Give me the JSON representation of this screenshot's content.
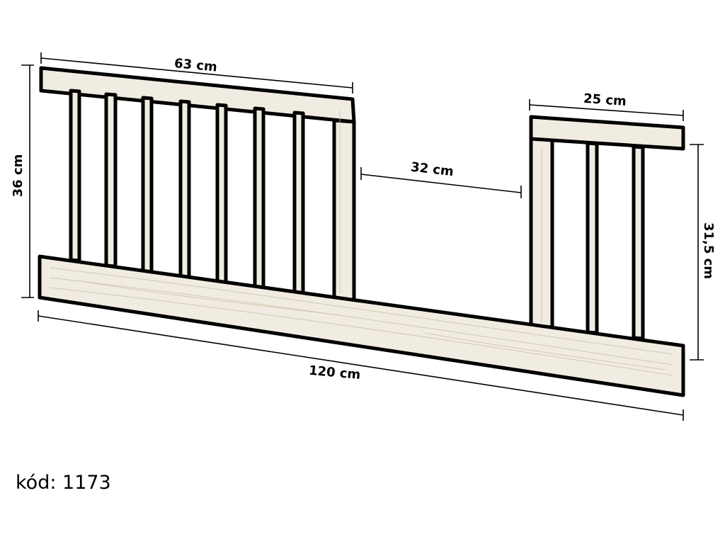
{
  "dimensions": {
    "top_left_width": "63 cm",
    "top_right_width": "25 cm",
    "gap_width": "32 cm",
    "total_width": "120 cm",
    "left_height": "36 cm",
    "right_height": "31,5 cm"
  },
  "code": "kód: 1173",
  "colors": {
    "wood": "#f1ece1",
    "outline": "#000000",
    "background": "#ffffff"
  }
}
